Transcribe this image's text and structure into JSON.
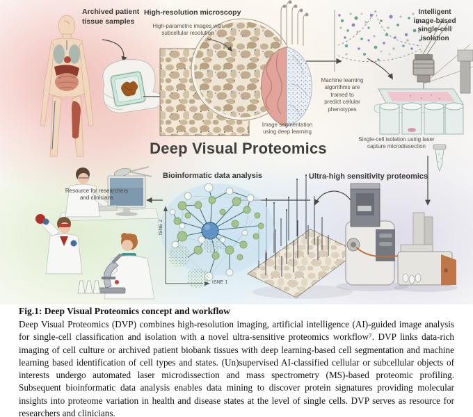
{
  "figure": {
    "main_title": "Deep Visual Proteomics",
    "labels": {
      "archived_patient": "Archived patient\ntissue samples",
      "high_res_microscopy": "High-resolution microscopy",
      "high_parametric": "High-parametric images with\nsubcellular resolution",
      "image_segmentation": "Image segmentation\nusing deep learning",
      "intelligent_isolation": "Intelligent\nimage-based\nsingle-cell\nisolation",
      "machine_learning": "Machine learning\nalgorithms are\ntrained to\npredict cellular\nphenotypes",
      "single_cell_isolation": "Single-cell isolation using laser\ncapture microdissection",
      "bioinformatic": "Bioinformatic data analysis",
      "ultra_high": "Ultra-high sensitivity proteomics",
      "resource": "Resource for researchers\nand clinicians",
      "tsne_x": "tSNE 1",
      "tsne_y": "tSNE 2"
    },
    "colors": {
      "scatter_teal": "#64a49c",
      "scatter_purple": "#8f84c4",
      "node_green": "#a3c48e",
      "node_blue": "#5e93c4",
      "brain_pink": "#e2a49a",
      "brain_digital": "#ecf0f4",
      "tissue_pink": "#eec6ce",
      "capillary_orange": "#c2703a"
    }
  },
  "caption": {
    "heading": "Fig.1: Deep Visual Proteomics concept and workflow",
    "body": "Deep Visual Proteomics (DVP) combines high-resolution imaging, artificial intelligence (AI)-guided image analysis for single-cell classification and isolation with a novel ultra-sensitive proteomics workflow⁷. DVP links data-rich imaging of cell culture or archived patient biobank tissues with deep learning-based cell segmentation and machine learning based identification of cell types and states. (Un)supervised AI-classified cellular or subcellular objects of interests undergo automated laser microdissection and mass spectrometry (MS)-based proteomic profiling. Subsequent bioinformatic data analysis enables data mining to discover protein signatures providing molecular insights into proteome variation in health and disease states at the level of single cells. DVP serves as resource for researchers and clinicians."
  }
}
